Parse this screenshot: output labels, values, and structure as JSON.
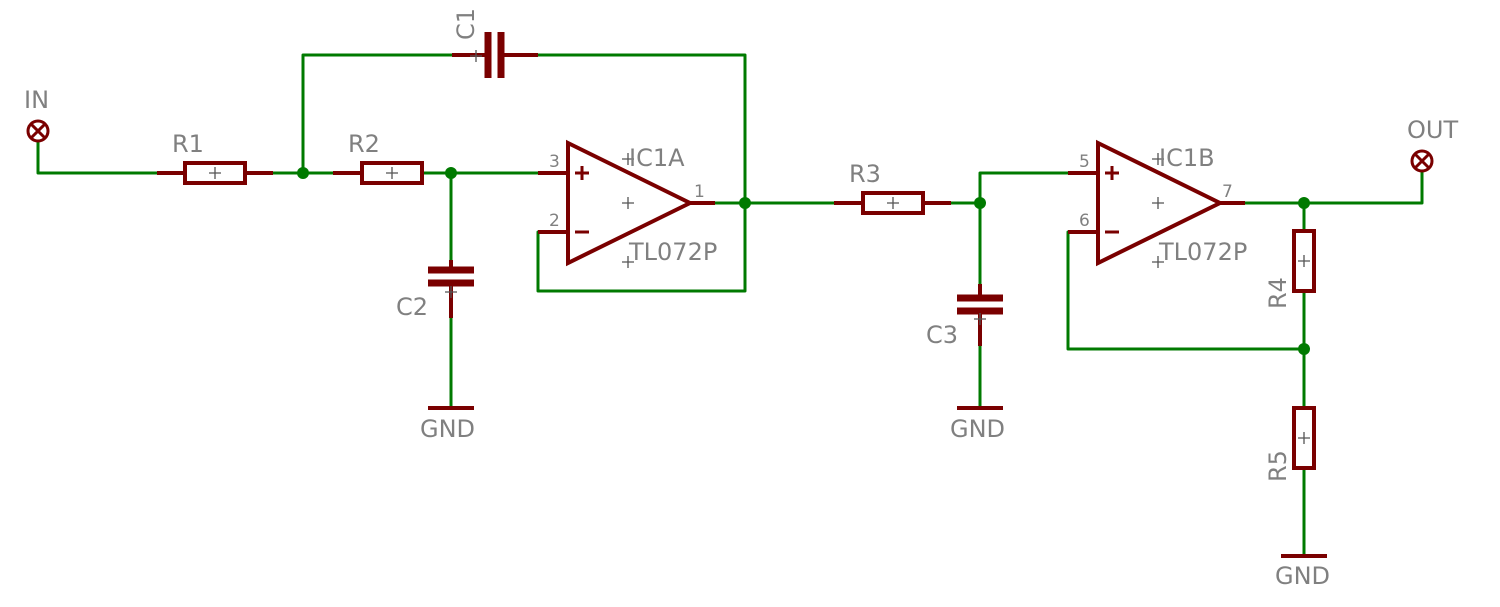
{
  "ports": {
    "input": "IN",
    "output": "OUT"
  },
  "resistors": {
    "r1": "R1",
    "r2": "R2",
    "r3": "R3",
    "r4": "R4",
    "r5": "R5"
  },
  "capacitors": {
    "c1": "C1",
    "c2": "C2",
    "c3": "C3"
  },
  "opamps": {
    "ic1a": {
      "name": "IC1A",
      "value": "TL072P",
      "pin_plus": "3",
      "pin_minus": "2",
      "pin_out": "1"
    },
    "ic1b": {
      "name": "IC1B",
      "value": "TL072P",
      "pin_plus": "5",
      "pin_minus": "6",
      "pin_out": "7"
    }
  },
  "ground": {
    "gnd1": "GND",
    "gnd2": "GND",
    "gnd3": "GND"
  },
  "colors": {
    "wire": "#007a00",
    "component": "#7a0000",
    "label": "#808080"
  }
}
